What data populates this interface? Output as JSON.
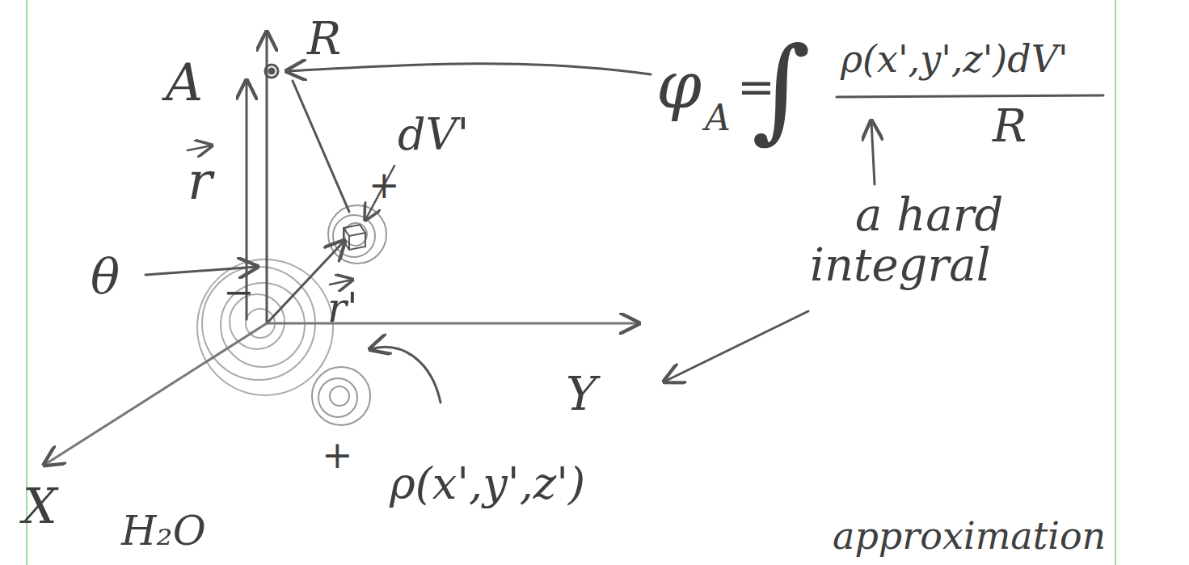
{
  "diagram": {
    "labels": [
      "A",
      "R",
      "dV'",
      "r",
      "θ",
      "r'",
      "+",
      "−",
      "+",
      "ρ(x',y',z')",
      "X",
      "H₂O",
      "Y",
      "φ",
      "A",
      "=",
      "∫",
      "ρ(x',y',z')dV'",
      "R",
      "a hard",
      "integral",
      "approximation"
    ]
  }
}
